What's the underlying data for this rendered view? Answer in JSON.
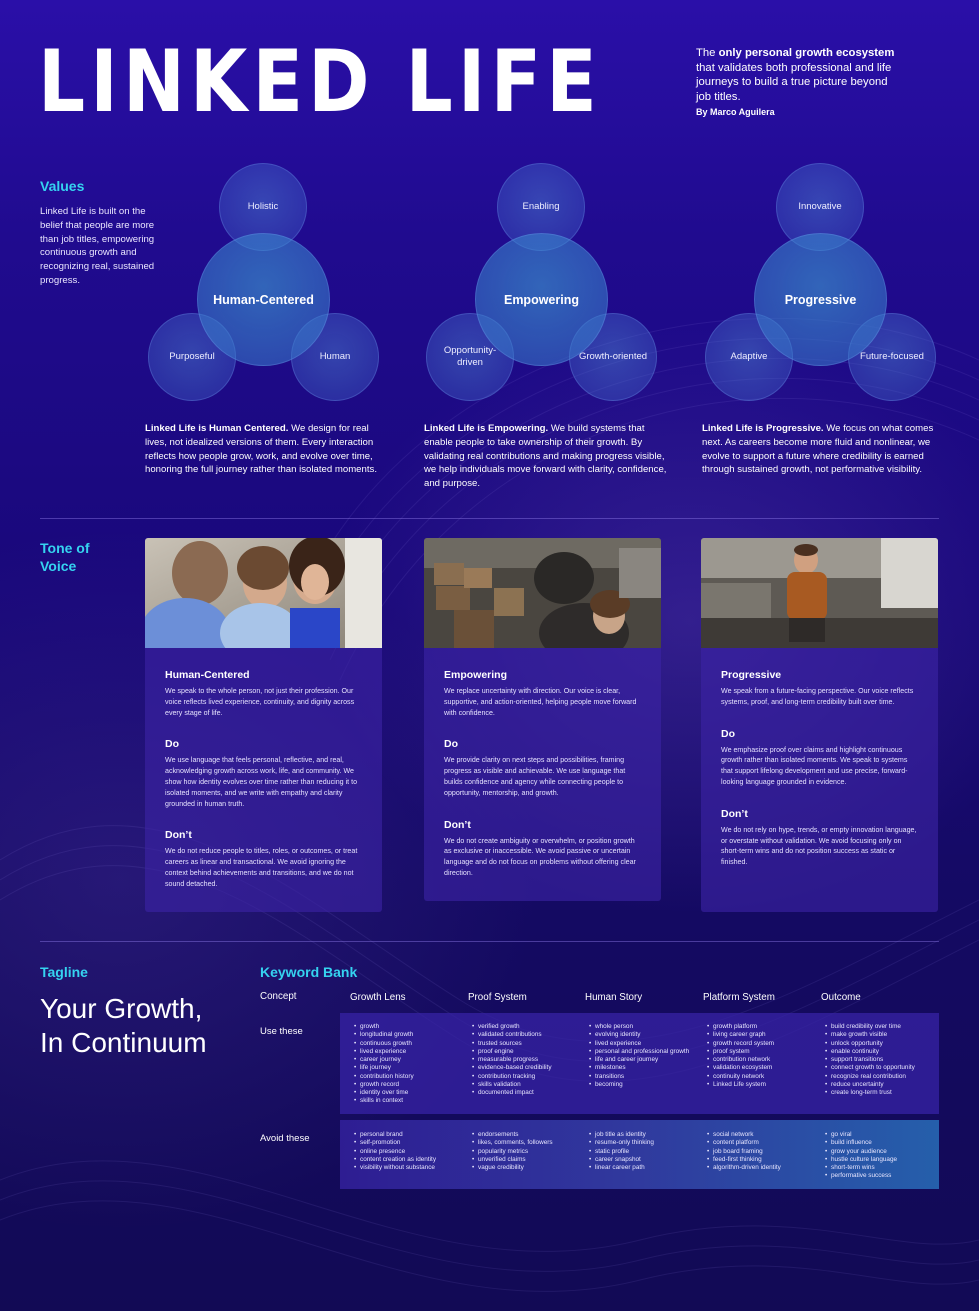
{
  "brand": {
    "logo_text": "LINKED LIFE",
    "intro_prefix": "The ",
    "intro_bold": "only personal growth ecosystem",
    "intro_rest": " that validates both professional and life journeys to build a true picture beyond job titles.",
    "author": "By Marco Aguilera"
  },
  "values": {
    "title": "Values",
    "description": "Linked Life is built on the belief that people are more than job titles, empowering continuous growth and recognizing real, sustained progress.",
    "groups": [
      {
        "center": "Human-Centered",
        "top": "Holistic",
        "left": "Purposeful",
        "right": "Human",
        "desc_bold": "Linked Life is Human Centered.",
        "desc_rest": " We design for real lives, not idealized versions of them. Every interaction reflects how people grow, work, and evolve over time, honoring the full journey rather than isolated moments."
      },
      {
        "center": "Empowering",
        "top": "Enabling",
        "left": "Opportunity-driven",
        "right": "Growth-oriented",
        "desc_bold": "Linked Life is Empowering.",
        "desc_rest": " We build systems that enable people to take ownership of their growth. By validating real contributions and making progress visible, we help individuals move forward with clarity, confidence, and purpose."
      },
      {
        "center": "Progressive",
        "top": "Innovative",
        "left": "Adaptive",
        "right": "Future-focused",
        "desc_bold": "Linked Life is Progressive.",
        "desc_rest": " We focus on what comes next. As careers become more fluid and nonlinear, we evolve to support a future where credibility is earned through sustained growth, not performative visibility."
      }
    ]
  },
  "tone": {
    "title": "Tone of Voice",
    "do_label": "Do",
    "dont_label": "Don’t",
    "cards": [
      {
        "heading": "Human-Centered",
        "intro": "We speak to the whole person, not just their profession. Our voice reflects lived experience, continuity, and dignity across every stage of life.",
        "do": "We use language that feels personal, reflective, and real, acknowledging growth across work, life, and community. We show how identity evolves over time rather than reducing it to isolated moments, and we write with empathy and clarity grounded in human truth.",
        "dont": "We do not reduce people to titles, roles, or outcomes, or treat careers as linear and transactional. We avoid ignoring the context behind achievements and transitions, and we do not sound detached."
      },
      {
        "heading": "Empowering",
        "intro": "We replace uncertainty with direction. Our voice is clear, supportive, and action-oriented, helping people move forward with confidence.",
        "do": "We provide clarity on next steps and possibilities, framing progress as visible and achievable. We use language that builds confidence and agency while connecting people to opportunity, mentorship, and growth.",
        "dont": "We do not create ambiguity or overwhelm, or position growth as exclusive or inaccessible. We avoid passive or uncertain language and do not focus on problems without offering clear direction."
      },
      {
        "heading": "Progressive",
        "intro": "We speak from a future-facing perspective. Our voice reflects systems, proof, and long-term credibility built over time.",
        "do": "We emphasize proof over claims and highlight continuous growth rather than isolated moments. We speak to systems that support lifelong development and use precise, forward-looking language grounded in evidence.",
        "dont": "We do not rely on hype, trends, or empty innovation language, or overstate without validation. We avoid focusing only on short-term wins and do not position success as static or finished."
      }
    ]
  },
  "tagline": {
    "title": "Tagline",
    "line1": "Your Growth,",
    "line2": "In Continuum"
  },
  "keywords": {
    "title": "Keyword Bank",
    "concept_label": "Concept",
    "use_label": "Use these",
    "avoid_label": "Avoid these",
    "columns": [
      "Growth Lens",
      "Proof System",
      "Human Story",
      "Platform System",
      "Outcome"
    ],
    "use": [
      [
        "growth",
        "longitudinal growth",
        "continuous growth",
        "lived experience",
        "career journey",
        "life journey",
        "contribution history",
        "growth record",
        "identity over time",
        "skills in context"
      ],
      [
        "verified growth",
        "validated contributions",
        "trusted sources",
        "proof engine",
        "measurable progress",
        "evidence-based credibility",
        "contribution tracking",
        "skills validation",
        "documented impact"
      ],
      [
        "whole person",
        "evolving identity",
        "lived experience",
        "personal and professional growth",
        "life and career journey",
        "milestones",
        "transitions",
        "becoming"
      ],
      [
        "growth platform",
        "living career graph",
        "growth record system",
        "proof system",
        "contribution network",
        "validation ecosystem",
        "continuity network",
        "Linked Life system"
      ],
      [
        "build credibility over time",
        "make growth visible",
        "unlock opportunity",
        "enable continuity",
        "support transitions",
        "connect growth to opportunity",
        "recognize real contribution",
        "reduce uncertainty",
        "create long-term trust"
      ]
    ],
    "avoid": [
      [
        "personal brand",
        "self-promotion",
        "online presence",
        "content creation as identity",
        "visibility without substance"
      ],
      [
        "endorsements",
        "likes, comments, followers",
        "popularity metrics",
        "unverified claims",
        "vague credibility"
      ],
      [
        "job title as identity",
        "resume-only thinking",
        "static profile",
        "career snapshot",
        "linear career path"
      ],
      [
        "social network",
        "content platform",
        "job board framing",
        "feed-first thinking",
        "algorithm-driven identity"
      ],
      [
        "go viral",
        "build influence",
        "grow your audience",
        "hustle culture language",
        "short-term wins",
        "performative success"
      ]
    ]
  },
  "colors": {
    "accent": "#35d3f0",
    "background": "#1a0880",
    "card": "#3c23a5"
  }
}
